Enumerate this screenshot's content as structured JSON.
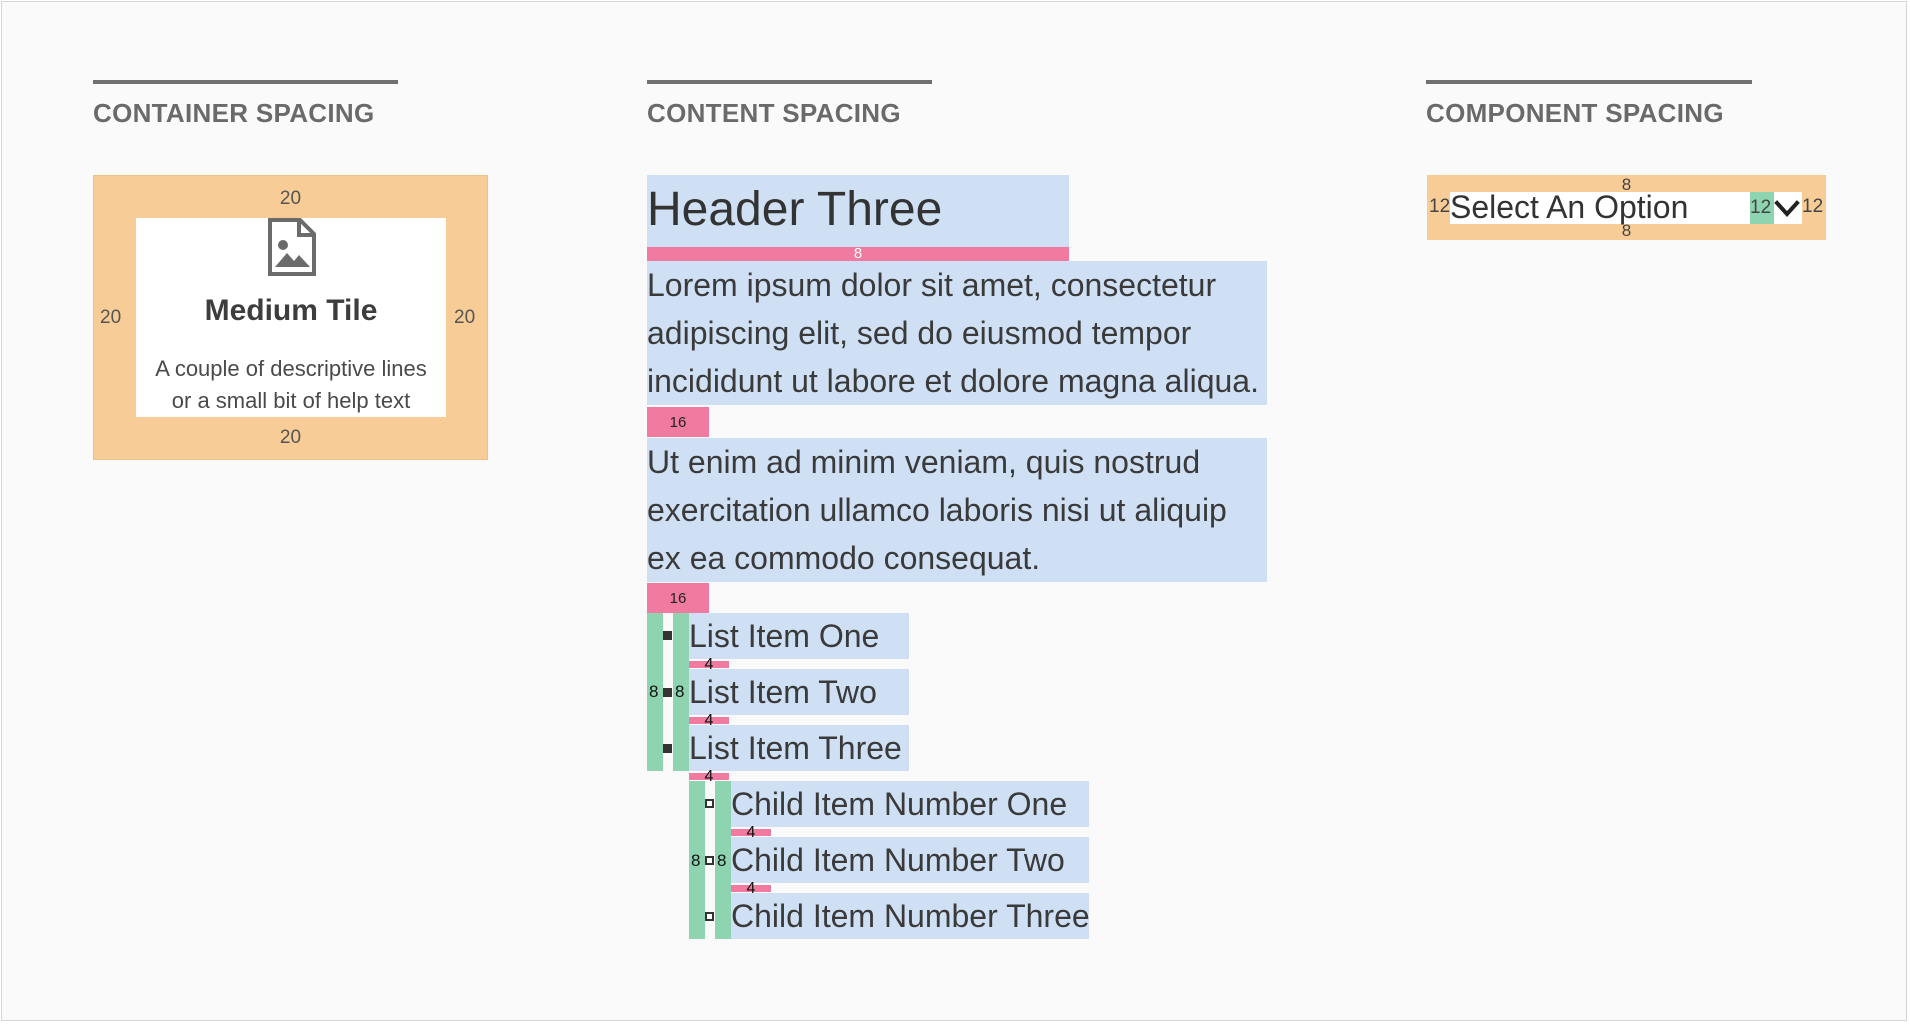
{
  "sections": {
    "container": {
      "title": "CONTAINER SPACING"
    },
    "content": {
      "title": "CONTENT SPACING"
    },
    "component": {
      "title": "COMPONENT SPACING"
    }
  },
  "tile": {
    "title": "Medium Tile",
    "desc_line1": "A couple of descriptive lines",
    "desc_line2": "or a small bit of help text",
    "icon": "image-file-icon",
    "pad_top": "20",
    "pad_right": "20",
    "pad_bottom": "20",
    "pad_left": "20"
  },
  "content": {
    "header": "Header Three",
    "header_gap": "8",
    "para1": [
      "Lorem ipsum dolor sit amet, consectetur",
      "adipiscing elit, sed do eiusmod tempor",
      "incididunt ut labore et dolore magna aliqua."
    ],
    "gap1": "16",
    "para2": [
      "Ut enim ad minim veniam, quis nostrud",
      "exercitation ullamco laboris nisi ut aliquip",
      "ex ea commodo consequat."
    ],
    "gap2": "16",
    "list_items": [
      "List Item One",
      "List Item Two",
      "List Item Three"
    ],
    "child_items": [
      "Child Item Number One",
      "Child Item Number Two",
      "Child Item Number Three"
    ],
    "item_gap": "4",
    "indent_left": "8",
    "indent_right": "8"
  },
  "component": {
    "select_label": "Select An Option",
    "icon": "chevron-down-icon",
    "pad_top": "8",
    "pad_bottom": "8",
    "pad_left": "12",
    "pad_right": "12",
    "icon_gap": "12"
  },
  "colors": {
    "background": "#fafafa",
    "padding": "#f7cc97",
    "content_box": "#cfe0f5",
    "vertical_gap": "#f07aa0",
    "indent": "#8fd4b0"
  }
}
